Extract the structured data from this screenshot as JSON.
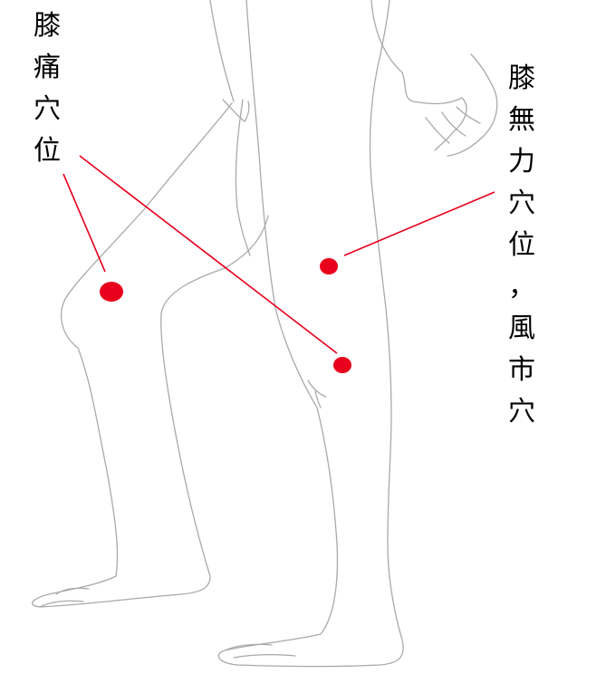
{
  "colors": {
    "marker": "#e8001c",
    "leader_line": "#e8001c",
    "outline": "#a9a9a9",
    "text": "#000000",
    "background": "#ffffff"
  },
  "labels": {
    "left": [
      "膝",
      "痛",
      "穴",
      "位"
    ],
    "right": [
      "膝",
      "無",
      "力",
      "穴",
      "位",
      "，",
      "風",
      "市",
      "穴"
    ]
  },
  "points": [
    {
      "name": "knee-pain-point-front"
    },
    {
      "name": "knee-pain-point-back"
    },
    {
      "name": "knee-weakness-fengshi-point"
    }
  ]
}
